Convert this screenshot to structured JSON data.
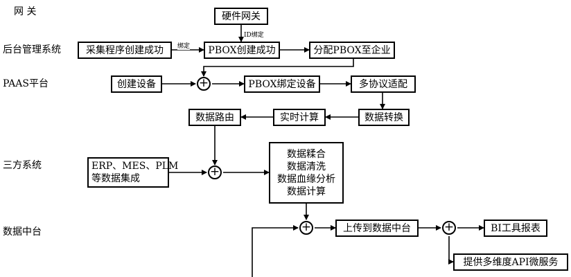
{
  "lanes": {
    "gateway": "网  关",
    "backend": "后台管理系统",
    "paas": "PAAS平台",
    "third_party": "三方系统",
    "data_center": "数据中台"
  },
  "nodes": {
    "hardware_gateway": "硬件网关",
    "collector_created": "采集程序创建成功",
    "pbox_created": "PBOX创建成功",
    "assign_pbox": "分配PBOX至企业",
    "create_device": "创建设备",
    "pbox_bind_device": "PBOX绑定设备",
    "multi_protocol": "多协议适配",
    "data_routing": "数据路由",
    "realtime_compute": "实时计算",
    "data_convert": "数据转换",
    "erp_lines": [
      "ERP、MES、PLM",
      "等数据集成"
    ],
    "processing_lines": [
      "数据糅合",
      "数据清洗",
      "数据血缘分析",
      "数据计算"
    ],
    "upload_center": "上传到数据中台",
    "bi_report": "BI工具报表",
    "api_service": "提供多维度API微服务"
  },
  "edge_labels": {
    "id_bind": "ID绑定",
    "bind": "绑定"
  },
  "junction_symbol": "+"
}
